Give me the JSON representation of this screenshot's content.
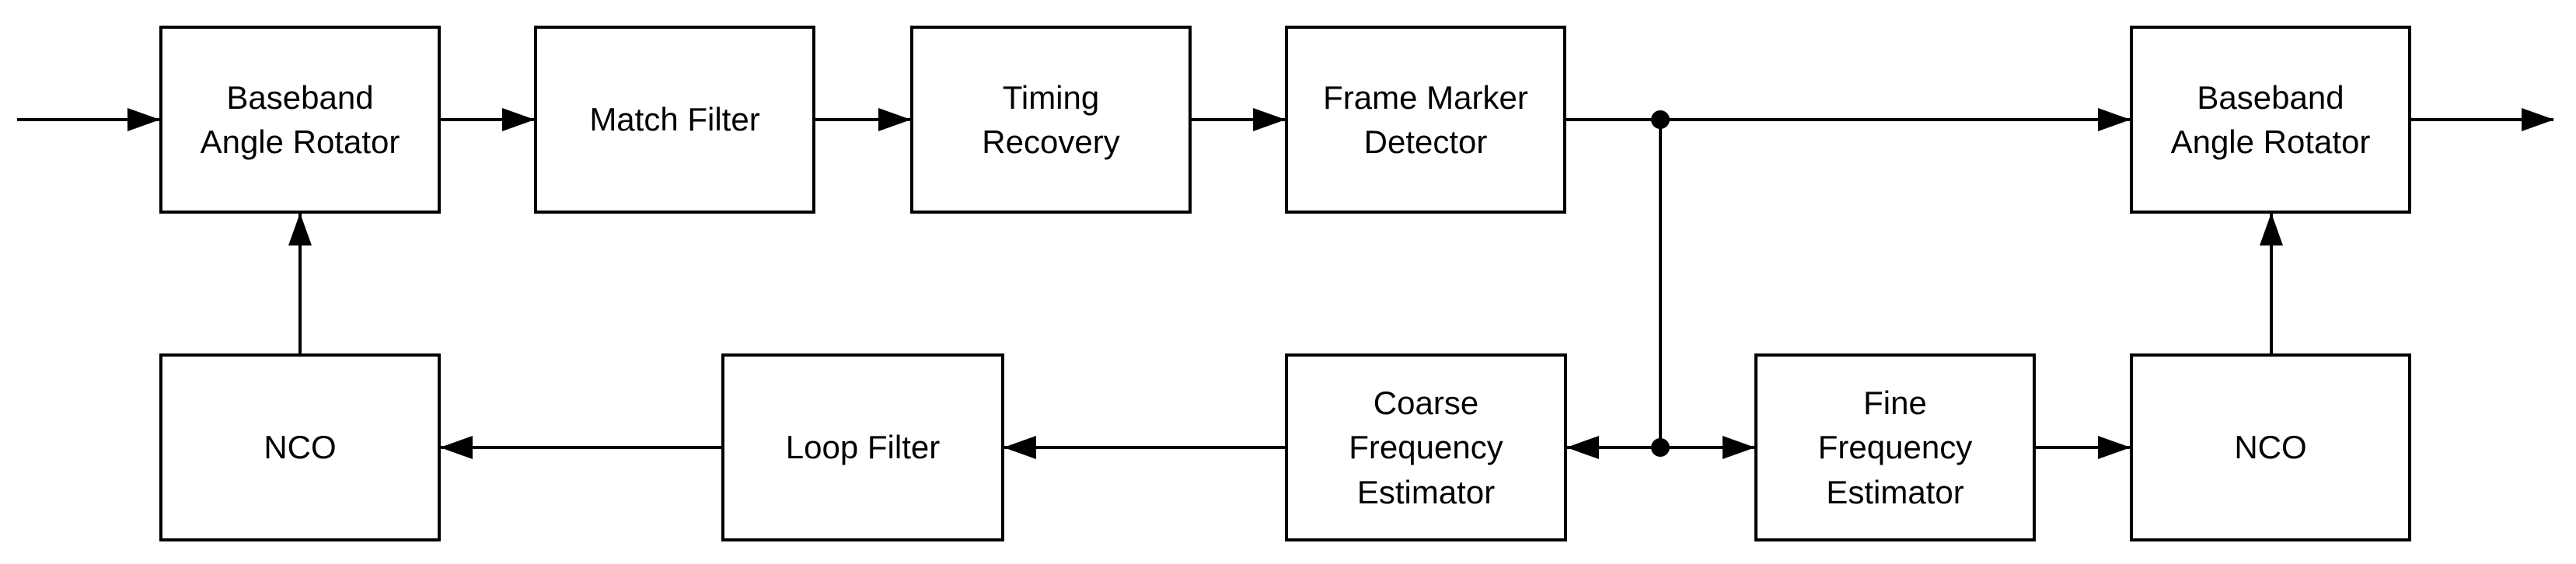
{
  "diagram": {
    "type": "block-diagram",
    "colors": {
      "line": "#000000",
      "background": "#ffffff",
      "text": "#000000"
    },
    "nodes": [
      {
        "id": "baseband-angle-rotator-left",
        "label": "Baseband\nAngle Rotator"
      },
      {
        "id": "match-filter",
        "label": "Match Filter"
      },
      {
        "id": "timing-recovery",
        "label": "Timing\nRecovery"
      },
      {
        "id": "frame-marker-detector",
        "label": "Frame Marker\nDetector"
      },
      {
        "id": "baseband-angle-rotator-right",
        "label": "Baseband\nAngle Rotator"
      },
      {
        "id": "nco-left",
        "label": "NCO"
      },
      {
        "id": "loop-filter",
        "label": "Loop Filter"
      },
      {
        "id": "coarse-frequency-estimator",
        "label": "Coarse\nFrequency\nEstimator"
      },
      {
        "id": "fine-frequency-estimator",
        "label": "Fine\nFrequency\nEstimator"
      },
      {
        "id": "nco-right",
        "label": "NCO"
      }
    ],
    "edges": [
      {
        "from": "input",
        "to": "baseband-angle-rotator-left",
        "style": "arrow"
      },
      {
        "from": "baseband-angle-rotator-left",
        "to": "match-filter",
        "style": "arrow"
      },
      {
        "from": "match-filter",
        "to": "timing-recovery",
        "style": "arrow"
      },
      {
        "from": "timing-recovery",
        "to": "frame-marker-detector",
        "style": "arrow"
      },
      {
        "from": "frame-marker-detector",
        "to": "baseband-angle-rotator-right",
        "style": "arrow"
      },
      {
        "from": "frame-marker-detector",
        "to": "junction",
        "style": "line"
      },
      {
        "from": "junction",
        "to": "coarse-frequency-estimator",
        "style": "arrow"
      },
      {
        "from": "junction",
        "to": "fine-frequency-estimator",
        "style": "arrow"
      },
      {
        "from": "coarse-frequency-estimator",
        "to": "loop-filter",
        "style": "arrow"
      },
      {
        "from": "loop-filter",
        "to": "nco-left",
        "style": "arrow"
      },
      {
        "from": "nco-left",
        "to": "baseband-angle-rotator-left",
        "style": "arrow"
      },
      {
        "from": "fine-frequency-estimator",
        "to": "nco-right",
        "style": "arrow"
      },
      {
        "from": "nco-right",
        "to": "baseband-angle-rotator-right",
        "style": "arrow"
      },
      {
        "from": "baseband-angle-rotator-right",
        "to": "output",
        "style": "arrow"
      }
    ]
  }
}
